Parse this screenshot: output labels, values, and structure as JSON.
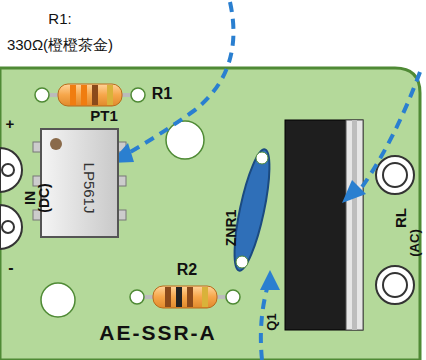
{
  "diagram": {
    "nodes": [
      {
        "text": [
          "LP561J"
        ]
      }
    ],
    "labels": [
      "R1:",
      "330Ω(橙橙茶金)",
      "R1",
      "PT1",
      "+",
      "IN",
      "(DC)",
      "-",
      "ZNR1",
      "R2",
      "Q1",
      "RL",
      "(AC)",
      "AE-SSR-A"
    ]
  }
}
